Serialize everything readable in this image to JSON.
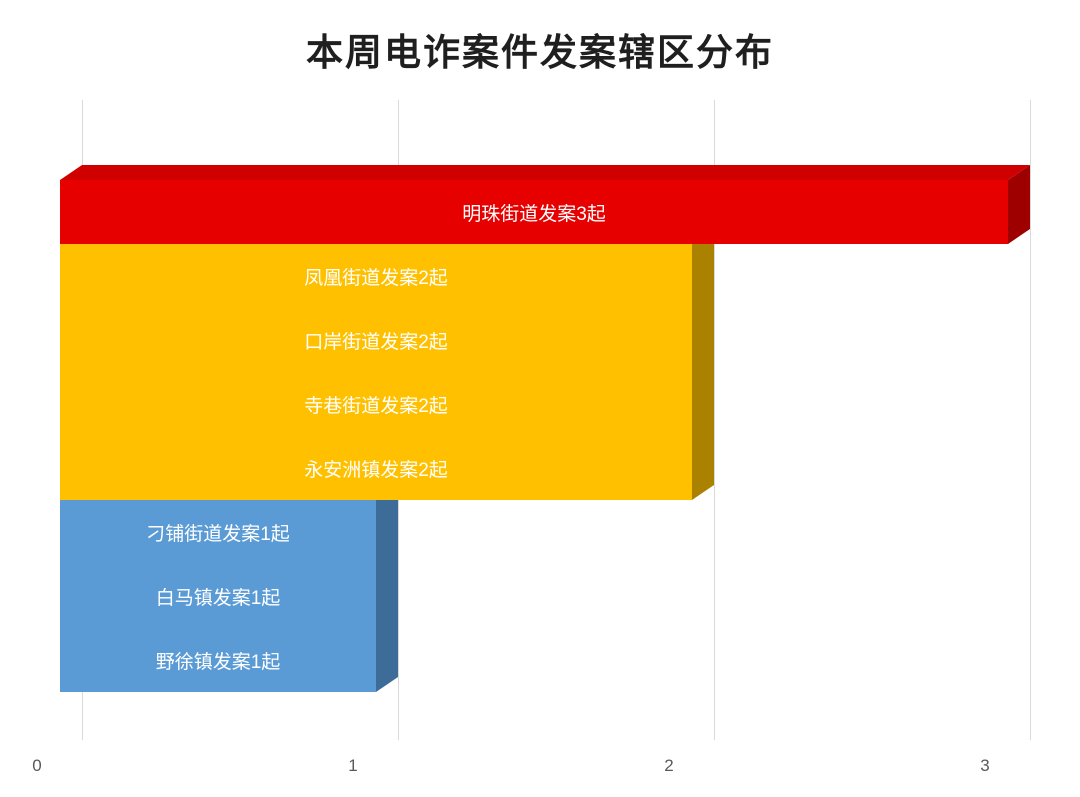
{
  "chart_data": {
    "type": "bar",
    "orientation": "horizontal",
    "style": "3d",
    "title": "本周电诈案件发案辖区分布",
    "xlabel": "",
    "ylabel": "",
    "xlim": [
      0,
      3
    ],
    "x_ticks": [
      "0",
      "1",
      "2",
      "3"
    ],
    "grid": "vertical-gridlines",
    "legend": "none",
    "background": "#ffffff",
    "gridline_color": "#d9d9d9",
    "tick_color": "#595959",
    "title_color": "#1f1f1f",
    "label_text_color": "#ffffff",
    "series": [
      {
        "group": "3-cases",
        "value": 3,
        "front_color": "#e60000",
        "top_color": "#d10000",
        "side_color": "#9e0000",
        "labels": [
          "明珠街道发案3起"
        ]
      },
      {
        "group": "2-cases",
        "value": 2,
        "front_color": "#ffc000",
        "top_color": "#e0a800",
        "side_color": "#ab8200",
        "labels": [
          "凤凰街道发案2起",
          "口岸街道发案2起",
          "寺巷街道发案2起",
          "永安洲镇发案2起"
        ]
      },
      {
        "group": "1-case",
        "value": 1,
        "front_color": "#5b9bd5",
        "top_color": "#4e89c0",
        "side_color": "#3e6c98",
        "labels": [
          "刁铺街道发案1起",
          "白马镇发案1起",
          "野徐镇发案1起"
        ]
      }
    ],
    "points": [
      {
        "district": "明珠街道",
        "cases": 3
      },
      {
        "district": "凤凰街道",
        "cases": 2
      },
      {
        "district": "口岸街道",
        "cases": 2
      },
      {
        "district": "寺巷街道",
        "cases": 2
      },
      {
        "district": "永安洲镇",
        "cases": 2
      },
      {
        "district": "刁铺街道",
        "cases": 1
      },
      {
        "district": "白马镇",
        "cases": 1
      },
      {
        "district": "野徐镇",
        "cases": 1
      }
    ]
  }
}
